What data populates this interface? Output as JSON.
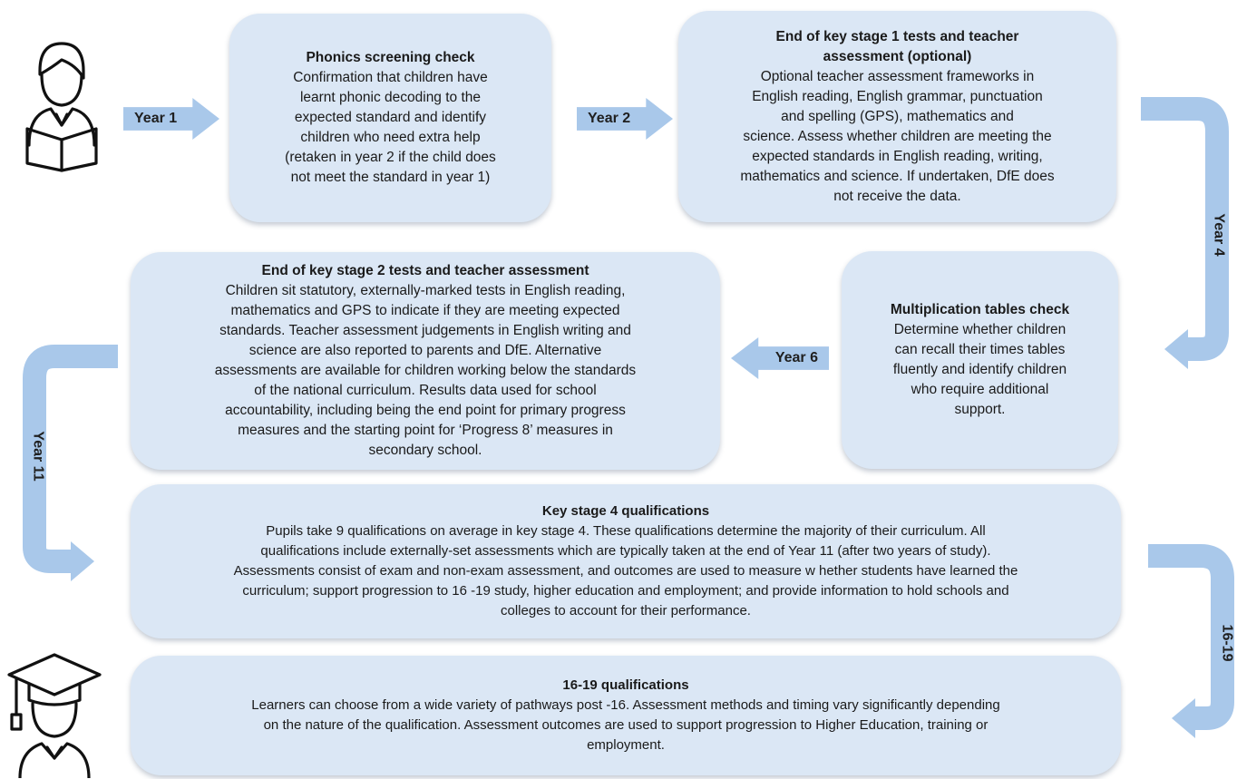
{
  "boxes": {
    "phonics": {
      "title": "Phonics screening check",
      "body": "Confirmation that children have\nlearnt phonic decoding to the\nexpected standard and identify\nchildren who need extra help\n(retaken in year 2 if the child does\nnot meet the standard in year 1)"
    },
    "ks1": {
      "title": "End of key stage 1 tests and teacher\nassessment (optional)",
      "body": "Optional teacher assessment frameworks in\nEnglish reading, English grammar, punctuation\nand spelling (GPS), mathematics and\nscience.  Assess whether children are  meeting the\nexpected standards in English reading,  writing,\nmathematics and science. If undertaken, DfE does\nnot receive the data."
    },
    "ks2": {
      "title": "End of key stage 2 tests and teacher assessment",
      "body": "Children sit statutory, externally-marked tests in English reading,\nmathematics and GPS to indicate if they are meeting expected\nstandards. Teacher assessment judgements in English writing and\nscience are also reported to parents and DfE. Alternative\nassessments are available for children working below the standards\nof the national curriculum. Results data used for school\naccountability, including being the end point for primary progress\nmeasures and the starting point for ‘Progress 8’ measures in\nsecondary school."
    },
    "mtc": {
      "title": "Multiplication tables check",
      "body": "Determine whether children\ncan recall their times tables\nfluently and identify children\nwho require additional\nsupport."
    },
    "ks4": {
      "title": "Key stage 4 qualifications",
      "body": "Pupils take 9 qualifications on average in key stage 4. These qualifications determine the majority of their curriculum. All\nqualifications include externally-set assessments which are typically taken at the end of Year 11 (after two years of study).\nAssessments consist of exam and non-exam assessment, and outcomes are used to measure w hether students have learned the\ncurriculum; support progression to 16 -19 study, higher education and employment; and provide information to hold schools and\ncolleges to account for their performance."
    },
    "post16": {
      "title": "16-19 qualifications",
      "body": "Learners can choose from a wide variety of pathways post -16. Assessment methods and timing vary significantly depending\non the nature of the qualification. Assessment outcomes are used to support progression to Higher Education, training or\nemployment."
    }
  },
  "arrows": {
    "year1": "Year 1",
    "year2": "Year 2",
    "year4": "Year 4",
    "year6": "Year 6",
    "year11": "Year 11",
    "age1619": "16-19"
  },
  "icons": {
    "start": "student-reading-icon",
    "end": "graduate-icon"
  },
  "colors": {
    "box_fill": "#dbe7f5",
    "arrow_fill": "#a9c8ea"
  }
}
